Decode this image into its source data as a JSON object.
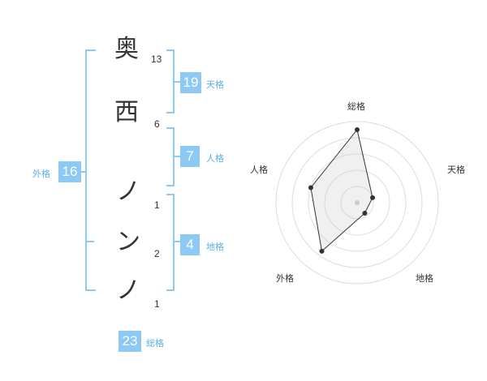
{
  "name_chars": [
    {
      "char": "奥",
      "strokes": "13"
    },
    {
      "char": "西",
      "strokes": "6"
    },
    {
      "char": "ノ",
      "strokes": "1"
    },
    {
      "char": "ン",
      "strokes": "2"
    },
    {
      "char": "ノ",
      "strokes": "1"
    }
  ],
  "grades": {
    "tenkaku": {
      "value": "19",
      "label": "天格"
    },
    "jinkaku": {
      "value": "7",
      "label": "人格"
    },
    "chikaku": {
      "value": "4",
      "label": "地格"
    },
    "gaikaku": {
      "value": "16",
      "label": "外格"
    },
    "soukaku": {
      "value": "23",
      "label": "総格"
    }
  },
  "colors": {
    "accent": "#8ccaf5",
    "accent_text": "#5aaee8",
    "bracket": "#8ccaf5"
  },
  "chart_data": {
    "type": "radar",
    "axes": [
      "総格",
      "天格",
      "地格",
      "外格",
      "人格"
    ],
    "values": [
      4.5,
      1.0,
      0.8,
      3.7,
      3.0
    ],
    "max": 5
  }
}
